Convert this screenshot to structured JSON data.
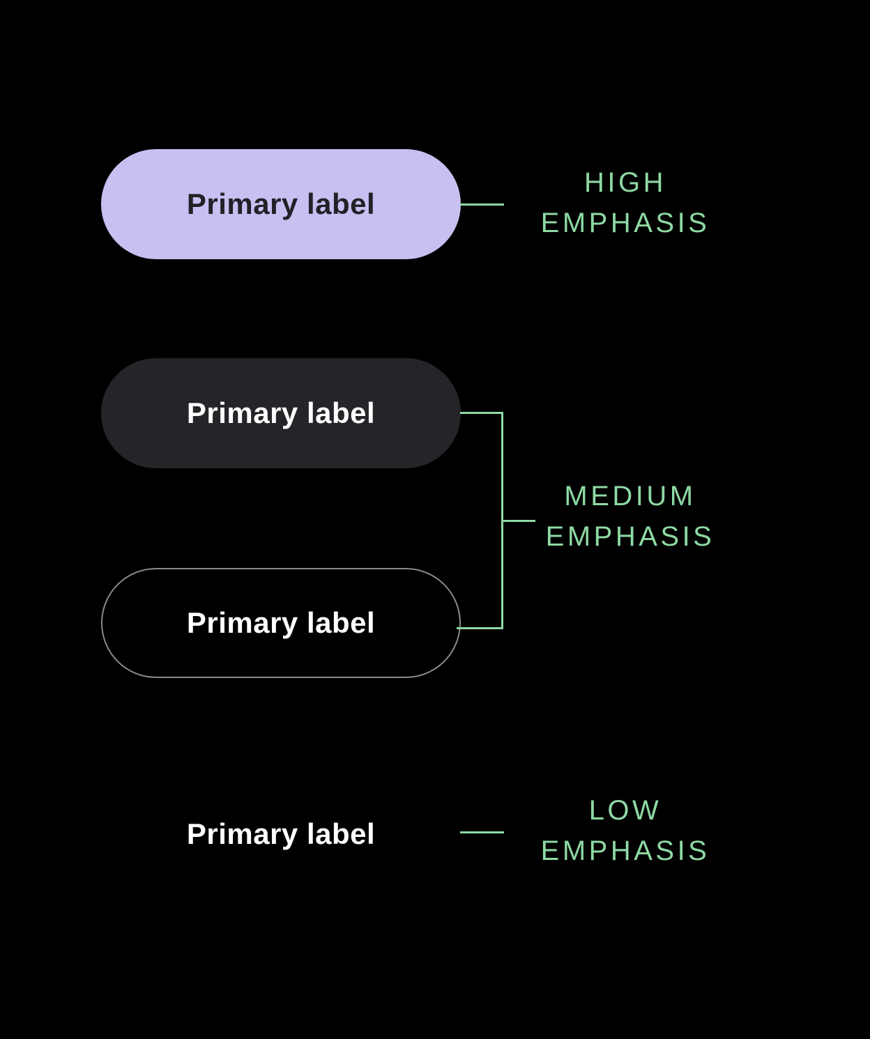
{
  "colors": {
    "bg": "#000000",
    "purple": "#C9BFF1",
    "tonal": "#242429",
    "outline": "#8C8A84",
    "green": "#8ED9A4",
    "dark_text": "#222127",
    "white_text": "#FFFFFF"
  },
  "buttons": {
    "filled": {
      "label": "Primary label"
    },
    "tonal": {
      "label": "Primary label"
    },
    "outlined": {
      "label": "Primary label"
    },
    "text": {
      "label": "Primary label"
    }
  },
  "annotations": {
    "high": {
      "line1": "HIGH",
      "line2": "EMPHASIS"
    },
    "medium": {
      "line1": "MEDIUM",
      "line2": "EMPHASIS"
    },
    "low": {
      "line1": "LOW",
      "line2": "EMPHASIS"
    }
  }
}
